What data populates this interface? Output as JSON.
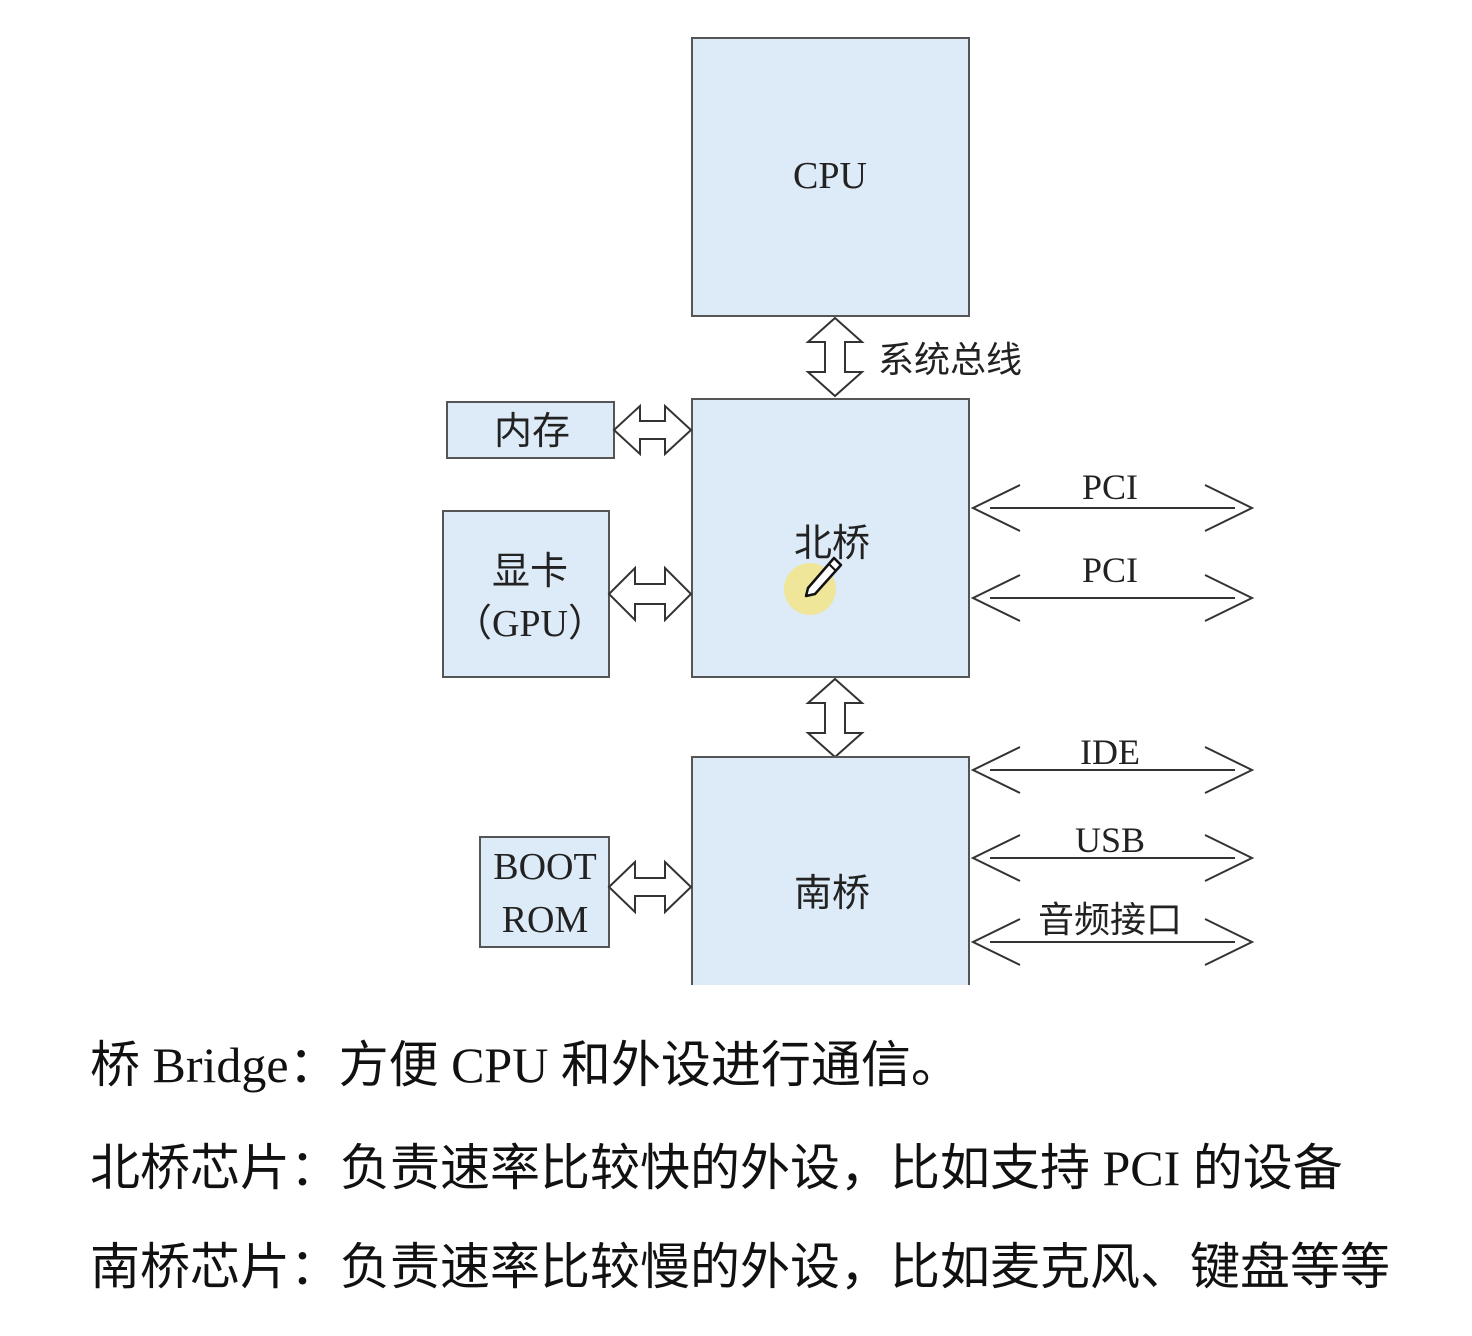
{
  "diagram": {
    "cpu": "CPU",
    "system_bus": "系统总线",
    "memory": "内存",
    "gpu_line1": "显卡",
    "gpu_line2": "（GPU）",
    "northbridge": "北桥",
    "southbridge": "南桥",
    "boot_line1": "BOOT",
    "boot_line2": "ROM",
    "north_buses": [
      "PCI",
      "PCI"
    ],
    "south_buses": [
      "IDE",
      "USB",
      "音频接口"
    ]
  },
  "captions": [
    "桥 Bridge：方便 CPU 和外设进行通信。",
    "北桥芯片：负责速率比较快的外设，比如支持 PCI 的设备",
    "南桥芯片：负责速率比较慢的外设，比如麦克风、键盘等等"
  ],
  "colors": {
    "box_fill": "#dcebf7",
    "border": "#555555",
    "highlight": "#f3e58a"
  },
  "icons": [
    "pen-cursor-icon"
  ]
}
